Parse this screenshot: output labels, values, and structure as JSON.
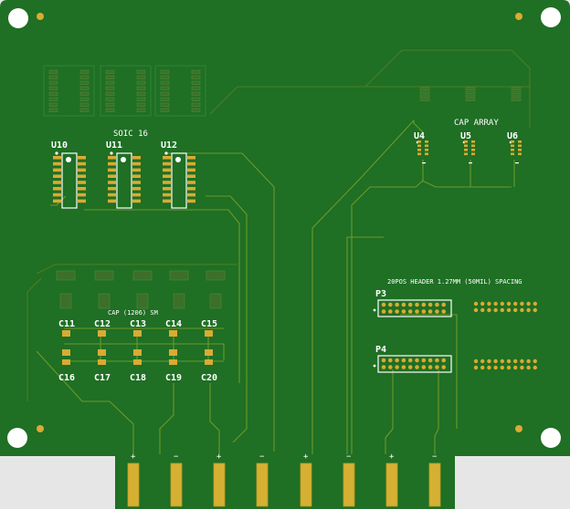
{
  "board": {
    "colors": {
      "soldermask": "#1f6f24",
      "soldermask_dark": "#2a7a2e",
      "copper_trace": "#6e9a2a",
      "pad": "#d9ab33",
      "silkscreen": "#ffffff",
      "background": "#e6e6e6"
    },
    "labels": {
      "soic": "SOIC 16",
      "cap_array": "CAP ARRAY",
      "cap_1206": "CAP (1206) SM",
      "header": "20POS HEADER 1.27MM (50MIL) SPACING"
    },
    "soic_parts": [
      "U10",
      "U11",
      "U12"
    ],
    "array_parts": [
      "U4",
      "U5",
      "U6"
    ],
    "caps_top": [
      "C11",
      "C12",
      "C13",
      "C14",
      "C15"
    ],
    "caps_bottom": [
      "C16",
      "C17",
      "C18",
      "C19",
      "C20"
    ],
    "headers": [
      "P3",
      "P4"
    ],
    "edge_fingers": [
      "+",
      "−",
      "+",
      "−",
      "+",
      "−",
      "+",
      "−"
    ]
  }
}
